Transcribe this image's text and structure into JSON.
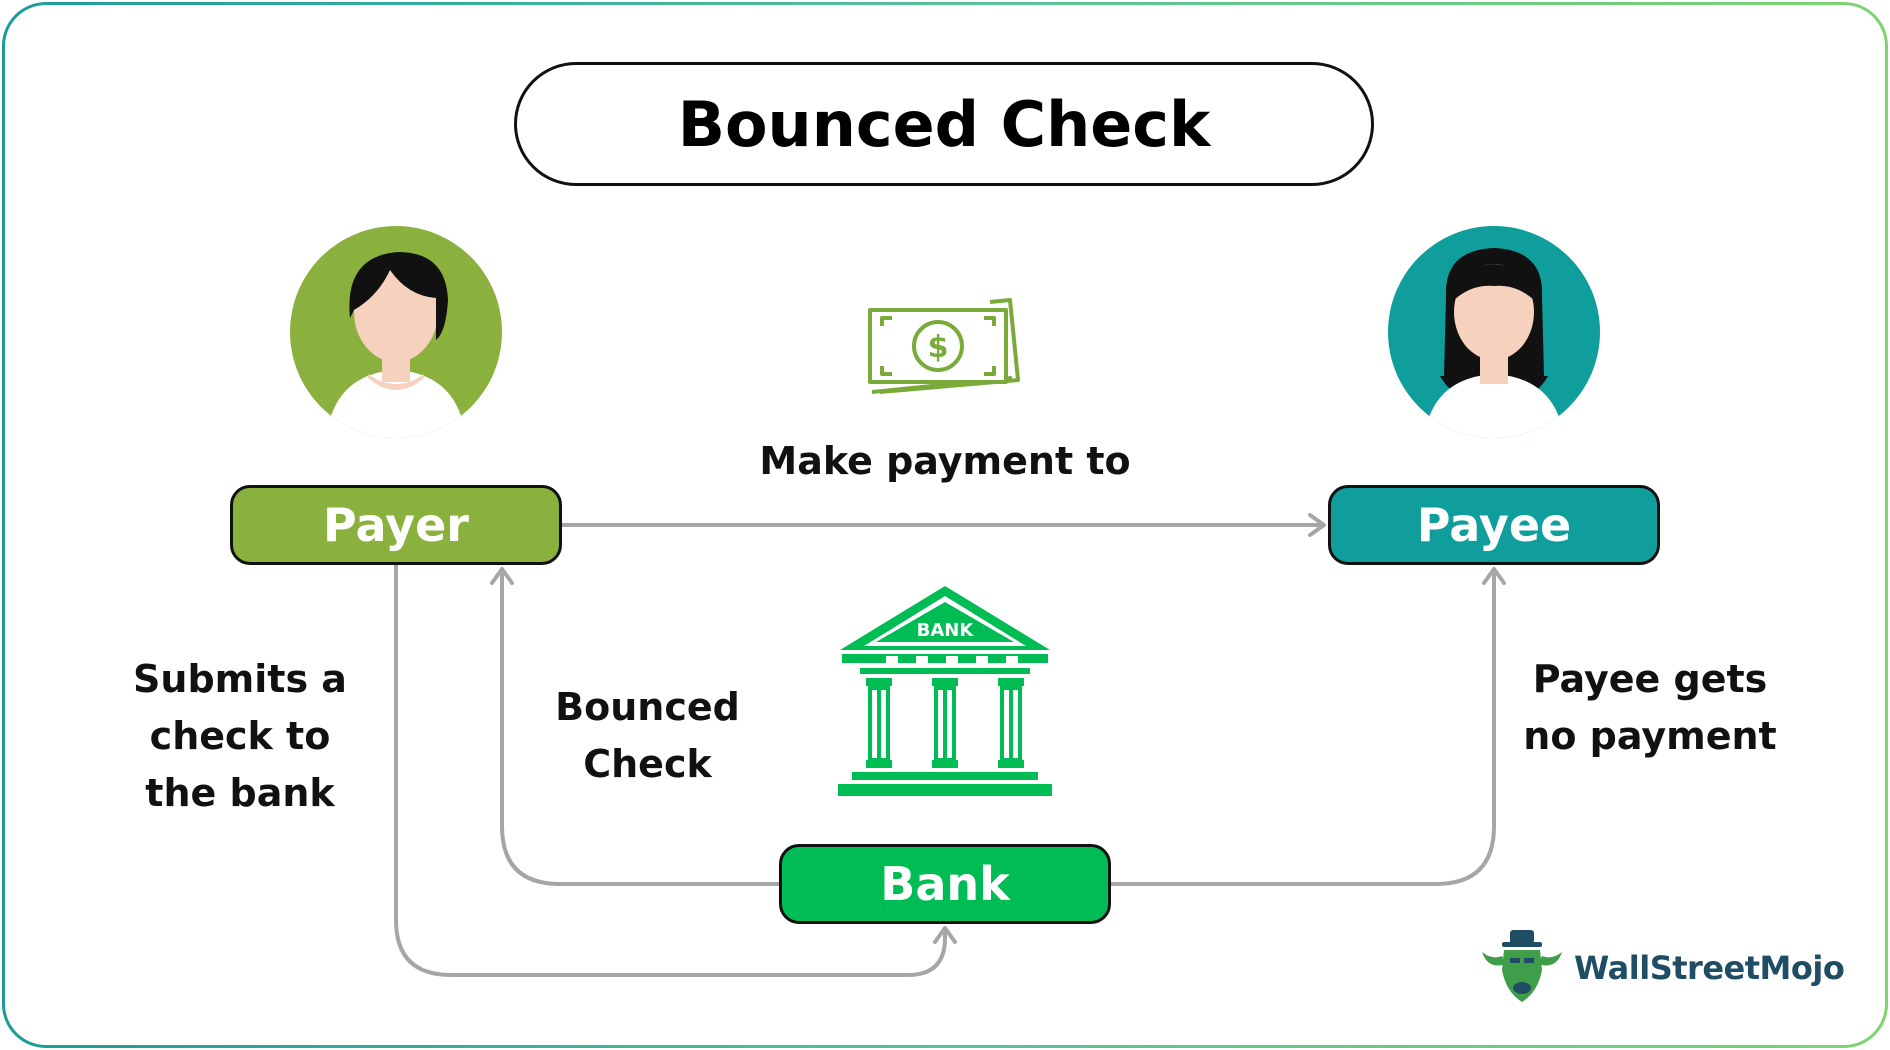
{
  "title": "Bounced Check",
  "nodes": {
    "payer": "Payer",
    "payee": "Payee",
    "bank": "Bank"
  },
  "labels": {
    "make_payment": "Make payment to",
    "submits": [
      "Submits a",
      "check to",
      "the bank"
    ],
    "bounced": [
      "Bounced",
      "Check"
    ],
    "payee_gets": [
      "Payee gets",
      "no payment"
    ]
  },
  "bank_sign": "BANK",
  "brand": "WallStreetMojo",
  "colors": {
    "payer": "#8ab13e",
    "payee": "#0f9e9b",
    "bank": "#00bc55",
    "connector": "#a6a6a6",
    "brand_text": "#1f4d63"
  },
  "icons": {
    "payer_avatar": "woman-avatar-icon",
    "payee_avatar": "woman-avatar-icon",
    "money": "cash-bills-icon",
    "bank": "bank-building-icon",
    "brand_logo": "bull-logo-icon"
  }
}
